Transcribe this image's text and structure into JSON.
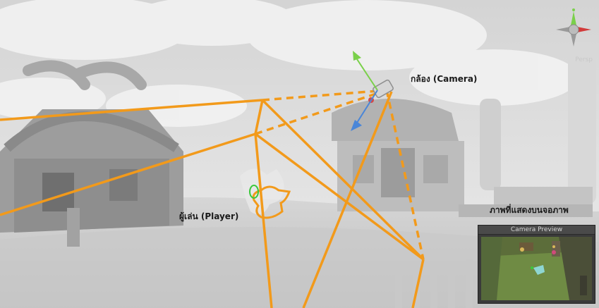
{
  "scene": {
    "labels": {
      "camera": "กล้อง (Camera)",
      "player": "ผู้เล่น (Player)",
      "display": "ภาพที่แสดงบนจอภาพ"
    },
    "gizmo": {
      "projection": "Persp"
    },
    "camera_preview": {
      "title": "Camera Preview"
    },
    "colors": {
      "frustum": "#f29a1b",
      "gizmo_x": "#d23b3b",
      "gizmo_y": "#7ad04a",
      "gizmo_z": "#4a86d8",
      "player_outline": "#f29a1b",
      "player_marker": "#3bc83b"
    }
  }
}
